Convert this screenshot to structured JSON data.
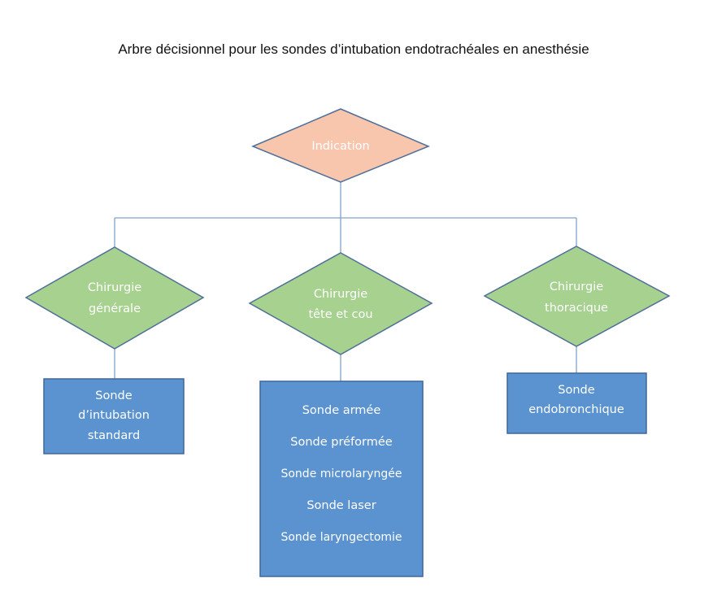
{
  "title": "Arbre décisionnel pour les sondes d’intubation endotrachéales en anesthésie",
  "colors": {
    "root_fill": "#f7c6ad",
    "root_stroke": "#4f6f99",
    "decision_fill": "#a6d18e",
    "decision_stroke": "#4f6f99",
    "box_fill": "#5b93d0",
    "box_stroke": "#3f679a",
    "connector": "#7ea3c8"
  },
  "root": {
    "label": "Indication"
  },
  "branches": [
    {
      "decision": [
        "Chirurgie",
        "générale"
      ],
      "outcomes": [
        "Sonde",
        "d’intubation",
        "standard"
      ]
    },
    {
      "decision": [
        "Chirurgie",
        "tête et cou"
      ],
      "outcomes": [
        "Sonde armée",
        "Sonde préformée",
        "Sonde microlaryngée",
        "Sonde laser",
        "Sonde laryngectomie"
      ]
    },
    {
      "decision": [
        "Chirurgie",
        "thoracique"
      ],
      "outcomes": [
        "Sonde",
        "endobronchique"
      ]
    }
  ]
}
